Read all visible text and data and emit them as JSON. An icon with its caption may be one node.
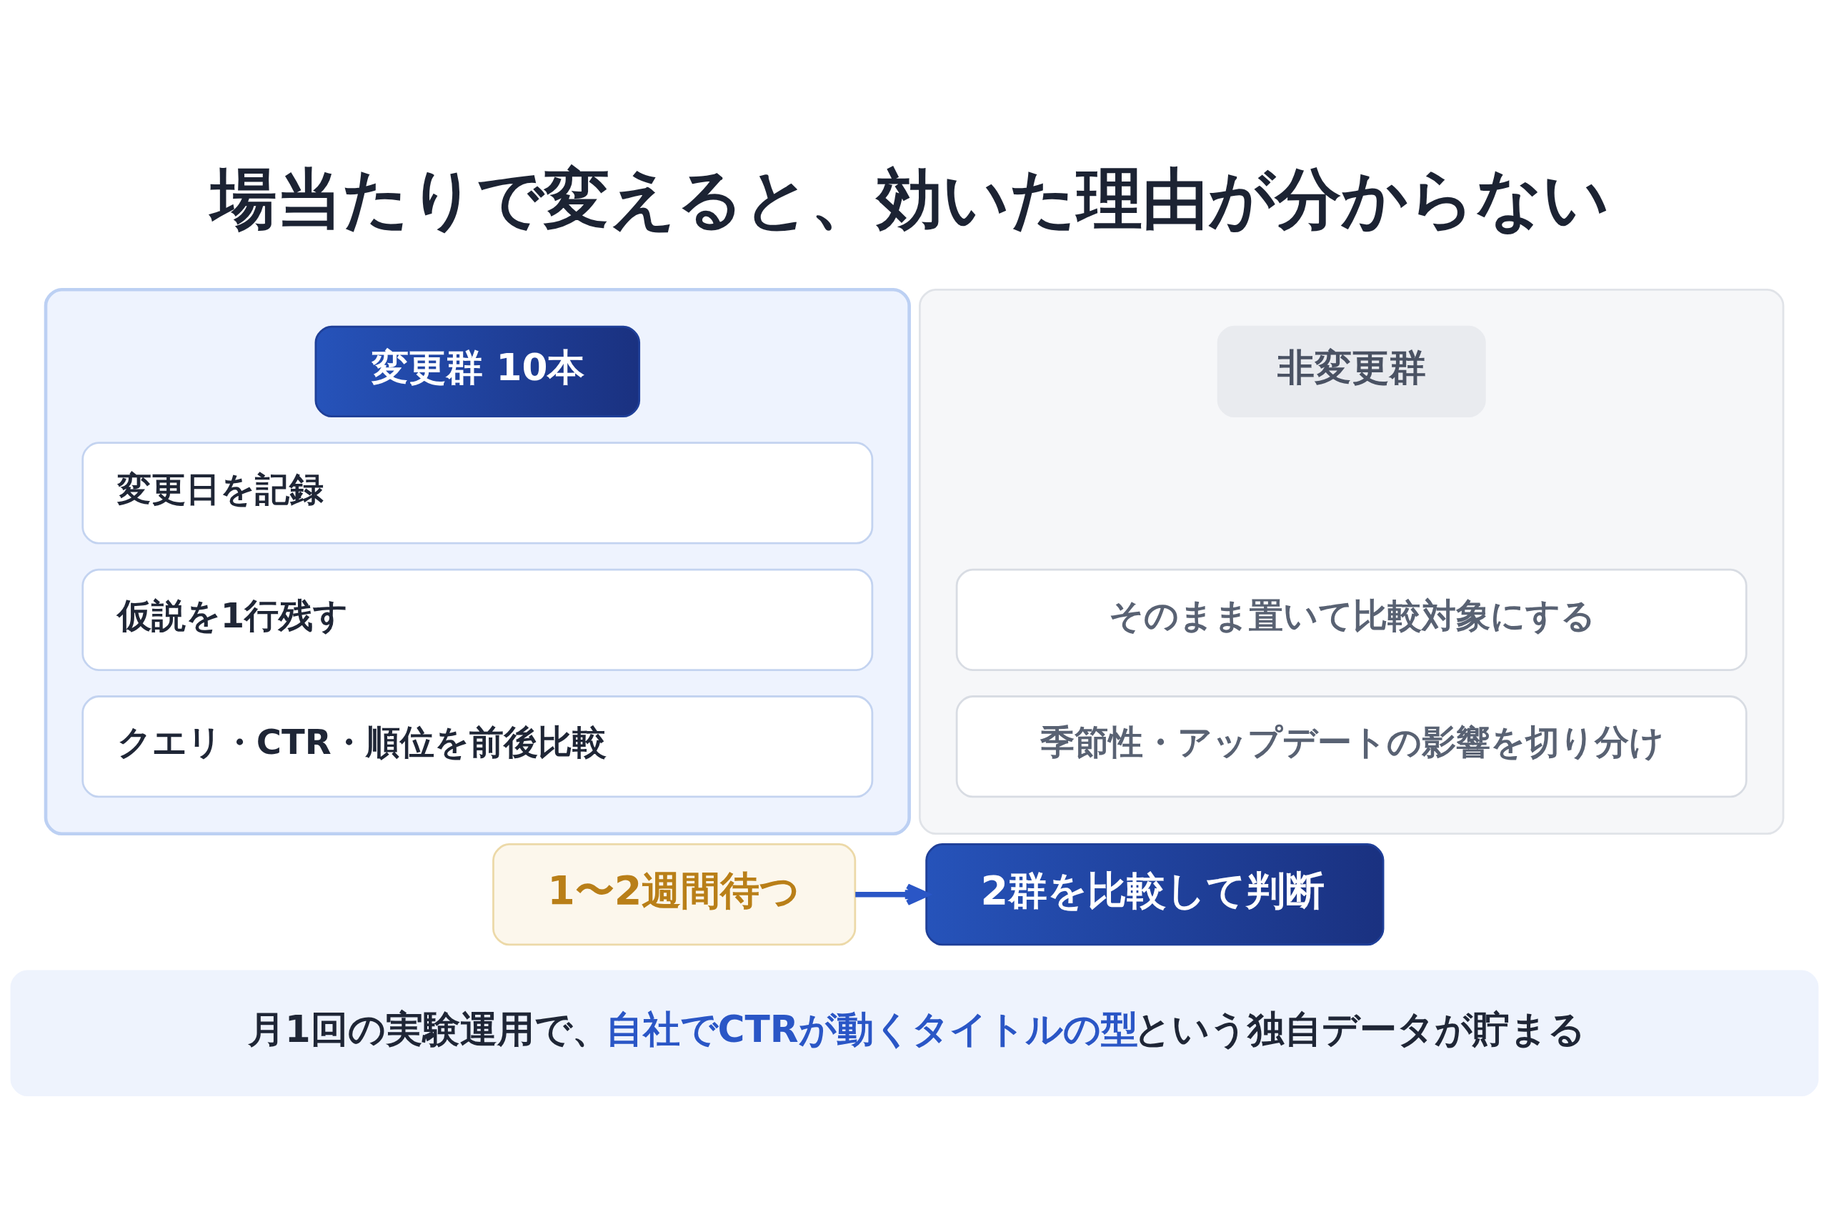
{
  "diagram": {
    "title": "場当たりで変えると、効いた理由が分からない",
    "nodes": [
      {
        "text": [],
        "shape": "box"
      },
      {
        "text": [
          "変更群 10本"
        ],
        "in": 0
      },
      {
        "text": [
          "変更日を記録"
        ],
        "in": 0
      },
      {
        "text": [
          "仮説を1行残す"
        ],
        "in": 0
      },
      {
        "text": [
          "クエリ・CTR・順位を前後比較"
        ],
        "in": 0
      },
      {
        "text": [],
        "shape": "box"
      },
      {
        "text": [
          "非変更群"
        ],
        "in": 5
      },
      {
        "text": [
          "そのまま置いて比較対象にする"
        ],
        "in": 5
      },
      {
        "text": [
          "季節性・アップデートの影響を切り分け"
        ],
        "in": 5
      },
      {
        "text": [
          "1〜2週間待つ"
        ]
      },
      {
        "text": [
          "2群を比較して判断"
        ]
      },
      {
        "text": [
          "月1回の実験運用で、**自社でCTRが動くタイトルの型**という独自データが貯まる"
        ]
      }
    ],
    "edges": [
      {
        "from": 9,
        "to": 10,
        "arrow": "to"
      }
    ]
  }
}
